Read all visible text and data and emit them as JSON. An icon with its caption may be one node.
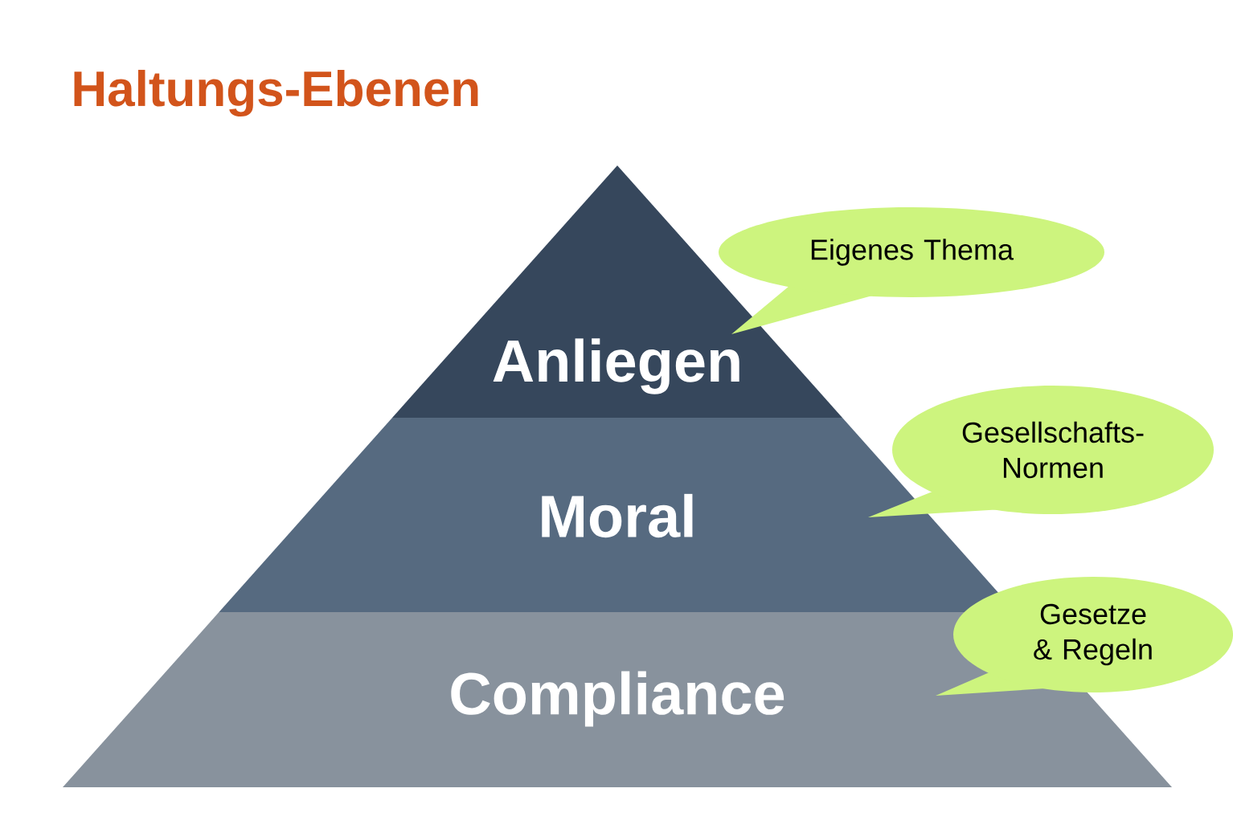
{
  "diagram": {
    "title": "Haltungs-Ebenen",
    "nodes": [
      {
        "text": [
          "Anliegen"
        ]
      },
      {
        "text": [
          "Moral"
        ]
      },
      {
        "text": [
          "Compliance"
        ]
      },
      {
        "text": [
          "Eigenes Thema"
        ]
      },
      {
        "text": [
          "Gesellschafts- Normen"
        ]
      },
      {
        "text": [
          "Gesetze & Regeln"
        ]
      }
    ]
  }
}
